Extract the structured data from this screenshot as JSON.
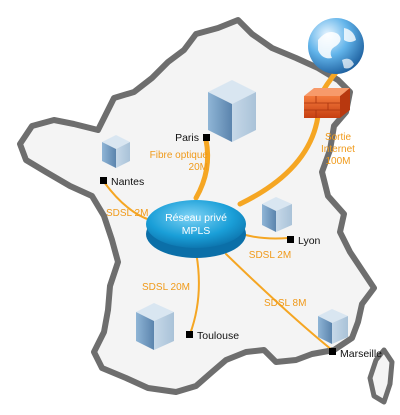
{
  "hub": {
    "line1": "Réseau privé",
    "line2": "MPLS"
  },
  "cities": {
    "paris": "Paris",
    "nantes": "Nantes",
    "lyon": "Lyon",
    "toulouse": "Toulouse",
    "marseille": "Marseille"
  },
  "links": {
    "paris_line1": "Fibre optique",
    "paris_line2": "20M",
    "internet_line1": "Sortie",
    "internet_line2": "Internet",
    "internet_line3": "100M",
    "nantes": "SDSL 2M",
    "lyon": "SDSL 2M",
    "toulouse": "SDSL 20M",
    "marseille": "SDSL 8M"
  },
  "colors": {
    "link": "#f5a623",
    "map_outline": "#6e6e6e",
    "hub": "#1a9fd8",
    "firewall": "#e8541c"
  },
  "icons": {
    "internet": "globe-icon",
    "gateway": "firewall-icon",
    "site": "office-building-icon"
  }
}
